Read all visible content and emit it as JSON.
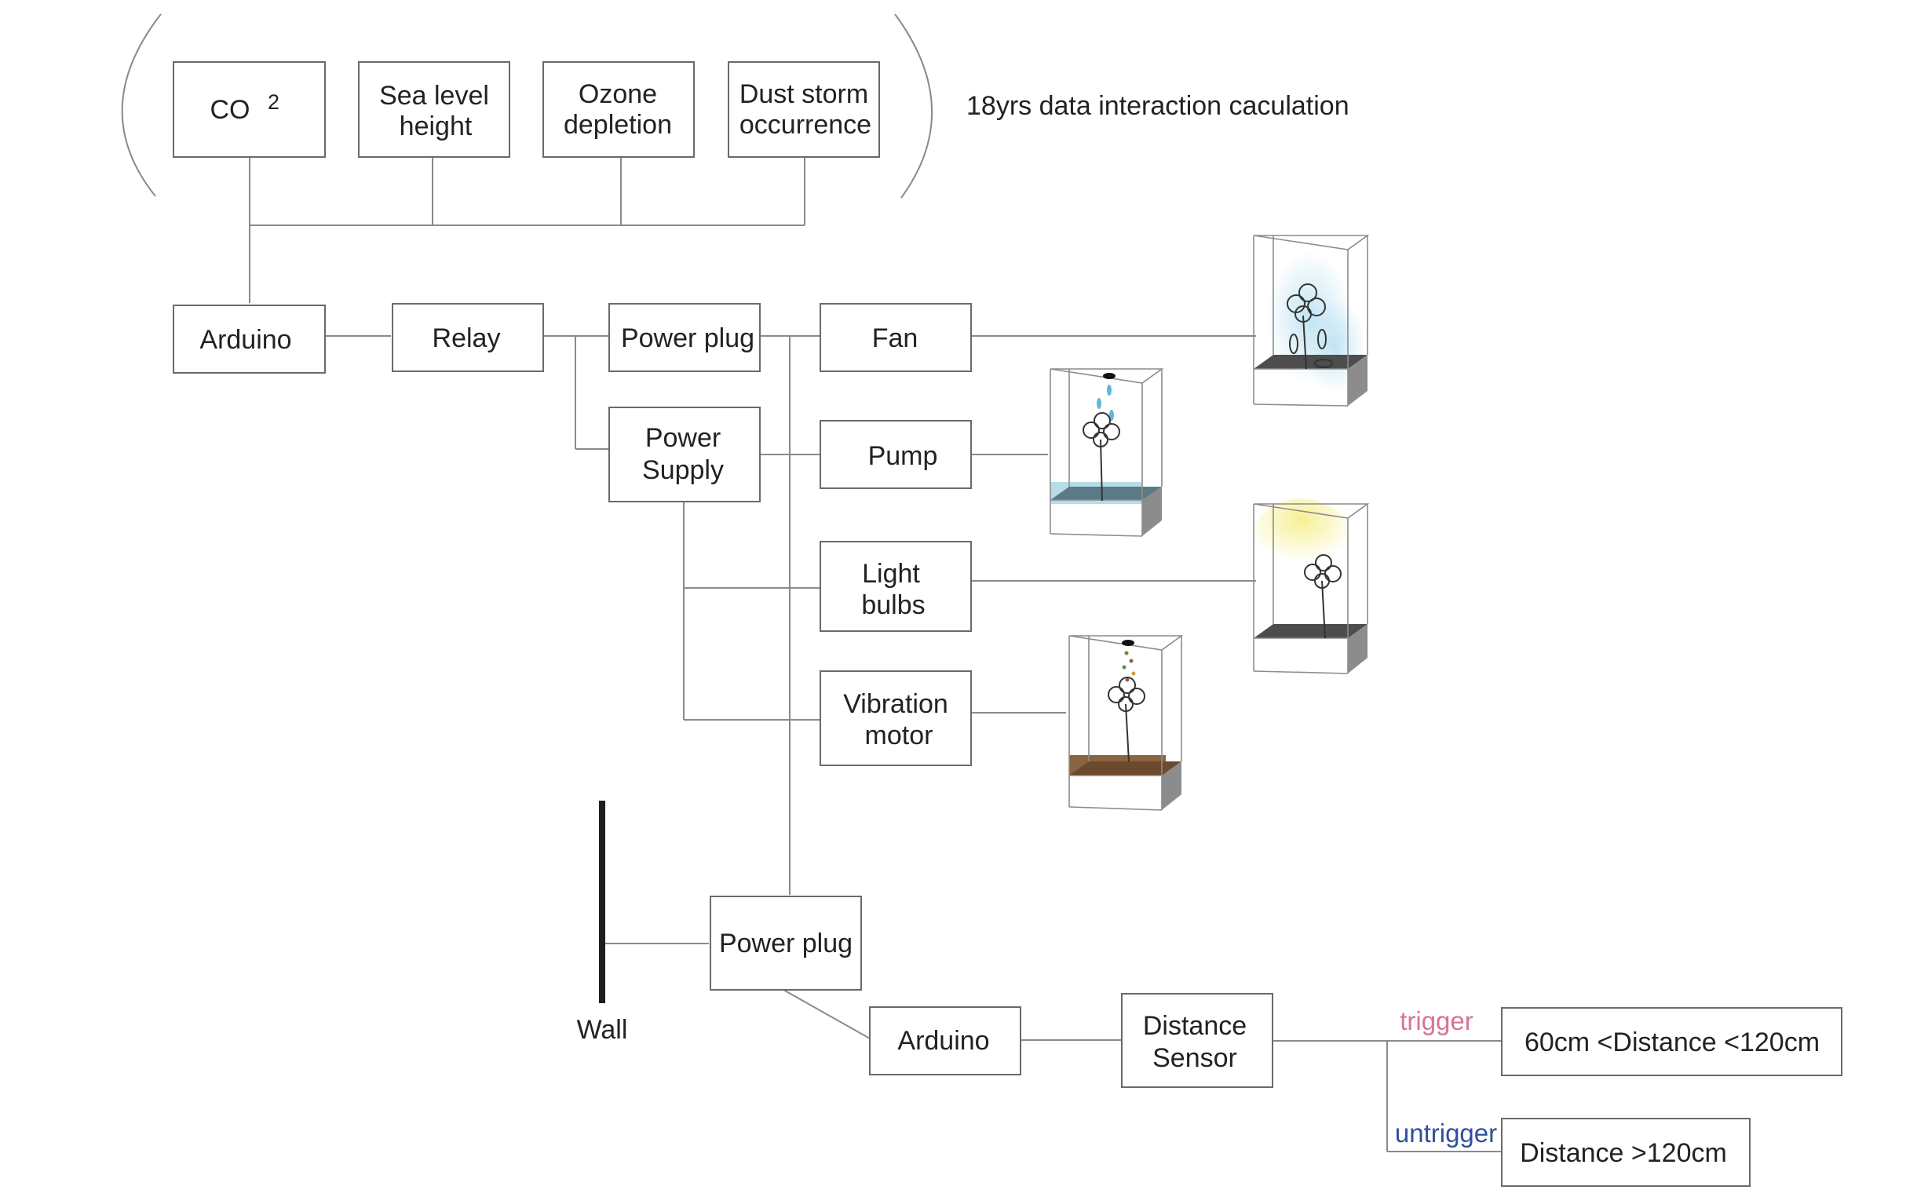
{
  "inputs": {
    "co2_main": "CO",
    "co2_sup": "2",
    "sea_level_line1": "Sea level",
    "sea_level_line2": "height",
    "ozone_line1": "Ozone",
    "ozone_line2": "depletion",
    "dust_line1": "Dust storm",
    "dust_line2": "occurrence",
    "caption": "18yrs data interaction caculation"
  },
  "control_chain": {
    "arduino": "Arduino",
    "relay": "Relay",
    "power_plug": "Power plug",
    "power_supply_line1": "Power",
    "power_supply_line2": "Supply"
  },
  "actuators": {
    "fan": "Fan",
    "pump": "Pump",
    "light_line1": "Light",
    "light_line2": "bulbs",
    "vibration_line1": "Vibration",
    "vibration_line2": "motor"
  },
  "sensor_chain": {
    "wall": "Wall",
    "power_plug": "Power plug",
    "arduino": "Arduino",
    "sensor_line1": "Distance",
    "sensor_line2": "Sensor",
    "trigger": "trigger",
    "untrigger": "untrigger",
    "trigger_condition": "60cm <Distance <120cm",
    "untrigger_condition": "Distance >120cm"
  },
  "colors": {
    "trigger": "#d9729a",
    "untrigger": "#2f4f9e",
    "wind": "#bfe3f3",
    "water": "#a9d6e6",
    "light": "#f6ef8e",
    "soil": "#8a6440",
    "base": "#5a5a5a"
  }
}
